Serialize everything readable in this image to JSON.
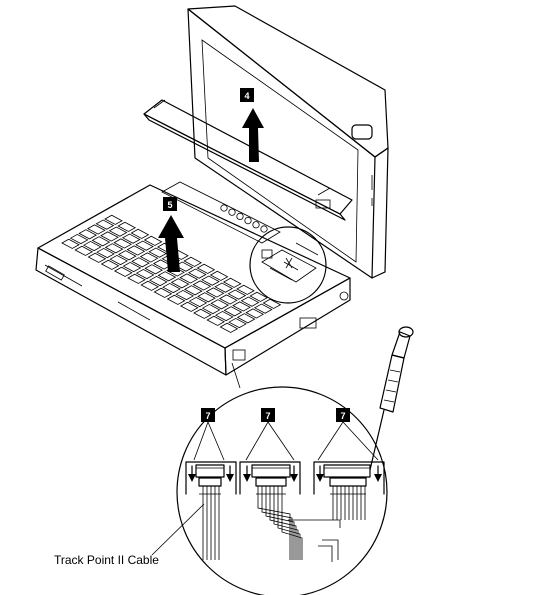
{
  "labels": {
    "cable": "Track Point II Cable"
  },
  "callouts": {
    "step_upper": "4",
    "step_lower": "5",
    "connector_left": "7",
    "connector_middle": "7",
    "connector_right": "7"
  },
  "colors": {
    "ink": "#000000",
    "paper": "#ffffff"
  },
  "icons": [
    "up-arrow-icon",
    "down-arrow-icon",
    "screwdriver-icon"
  ]
}
